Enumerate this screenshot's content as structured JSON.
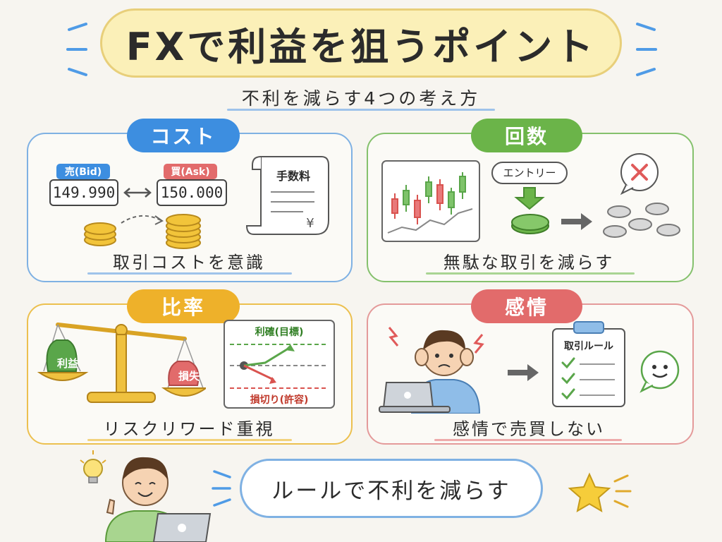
{
  "title": "FXで利益を狙うポイント",
  "subtitle": "不利を減らす4つの考え方",
  "panels": {
    "cost": {
      "label": "コスト",
      "bid_label": "売(Bid)",
      "bid_value": "149.990",
      "ask_label": "買(Ask)",
      "ask_value": "150.000",
      "fee_label": "手数料",
      "yen_symbol": "¥",
      "caption": "取引コストを意識"
    },
    "frequency": {
      "label": "回数",
      "entry_label": "エントリー",
      "caption": "無駄な取引を減らす"
    },
    "ratio": {
      "label": "比率",
      "profit_bag": "利益",
      "loss_bag": "損失",
      "take_profit": "利確(目標)",
      "stop_loss": "損切り(許容)",
      "caption": "リスクリワード重視"
    },
    "emotion": {
      "label": "感情",
      "rules_label": "取引ルール",
      "caption": "感情で売買しない"
    }
  },
  "slogan": "ルールで不利を減らす",
  "colors": {
    "blue": "#3d8ee0",
    "green": "#6bb449",
    "yellow": "#eeb12a",
    "red": "#e26b6b",
    "title_bg": "#fbf0b8"
  },
  "icons": [
    "bulb-icon",
    "star-icon",
    "cross-icon",
    "smiley-icon",
    "check-icon",
    "arrow-right-icon",
    "lightning-icon"
  ]
}
